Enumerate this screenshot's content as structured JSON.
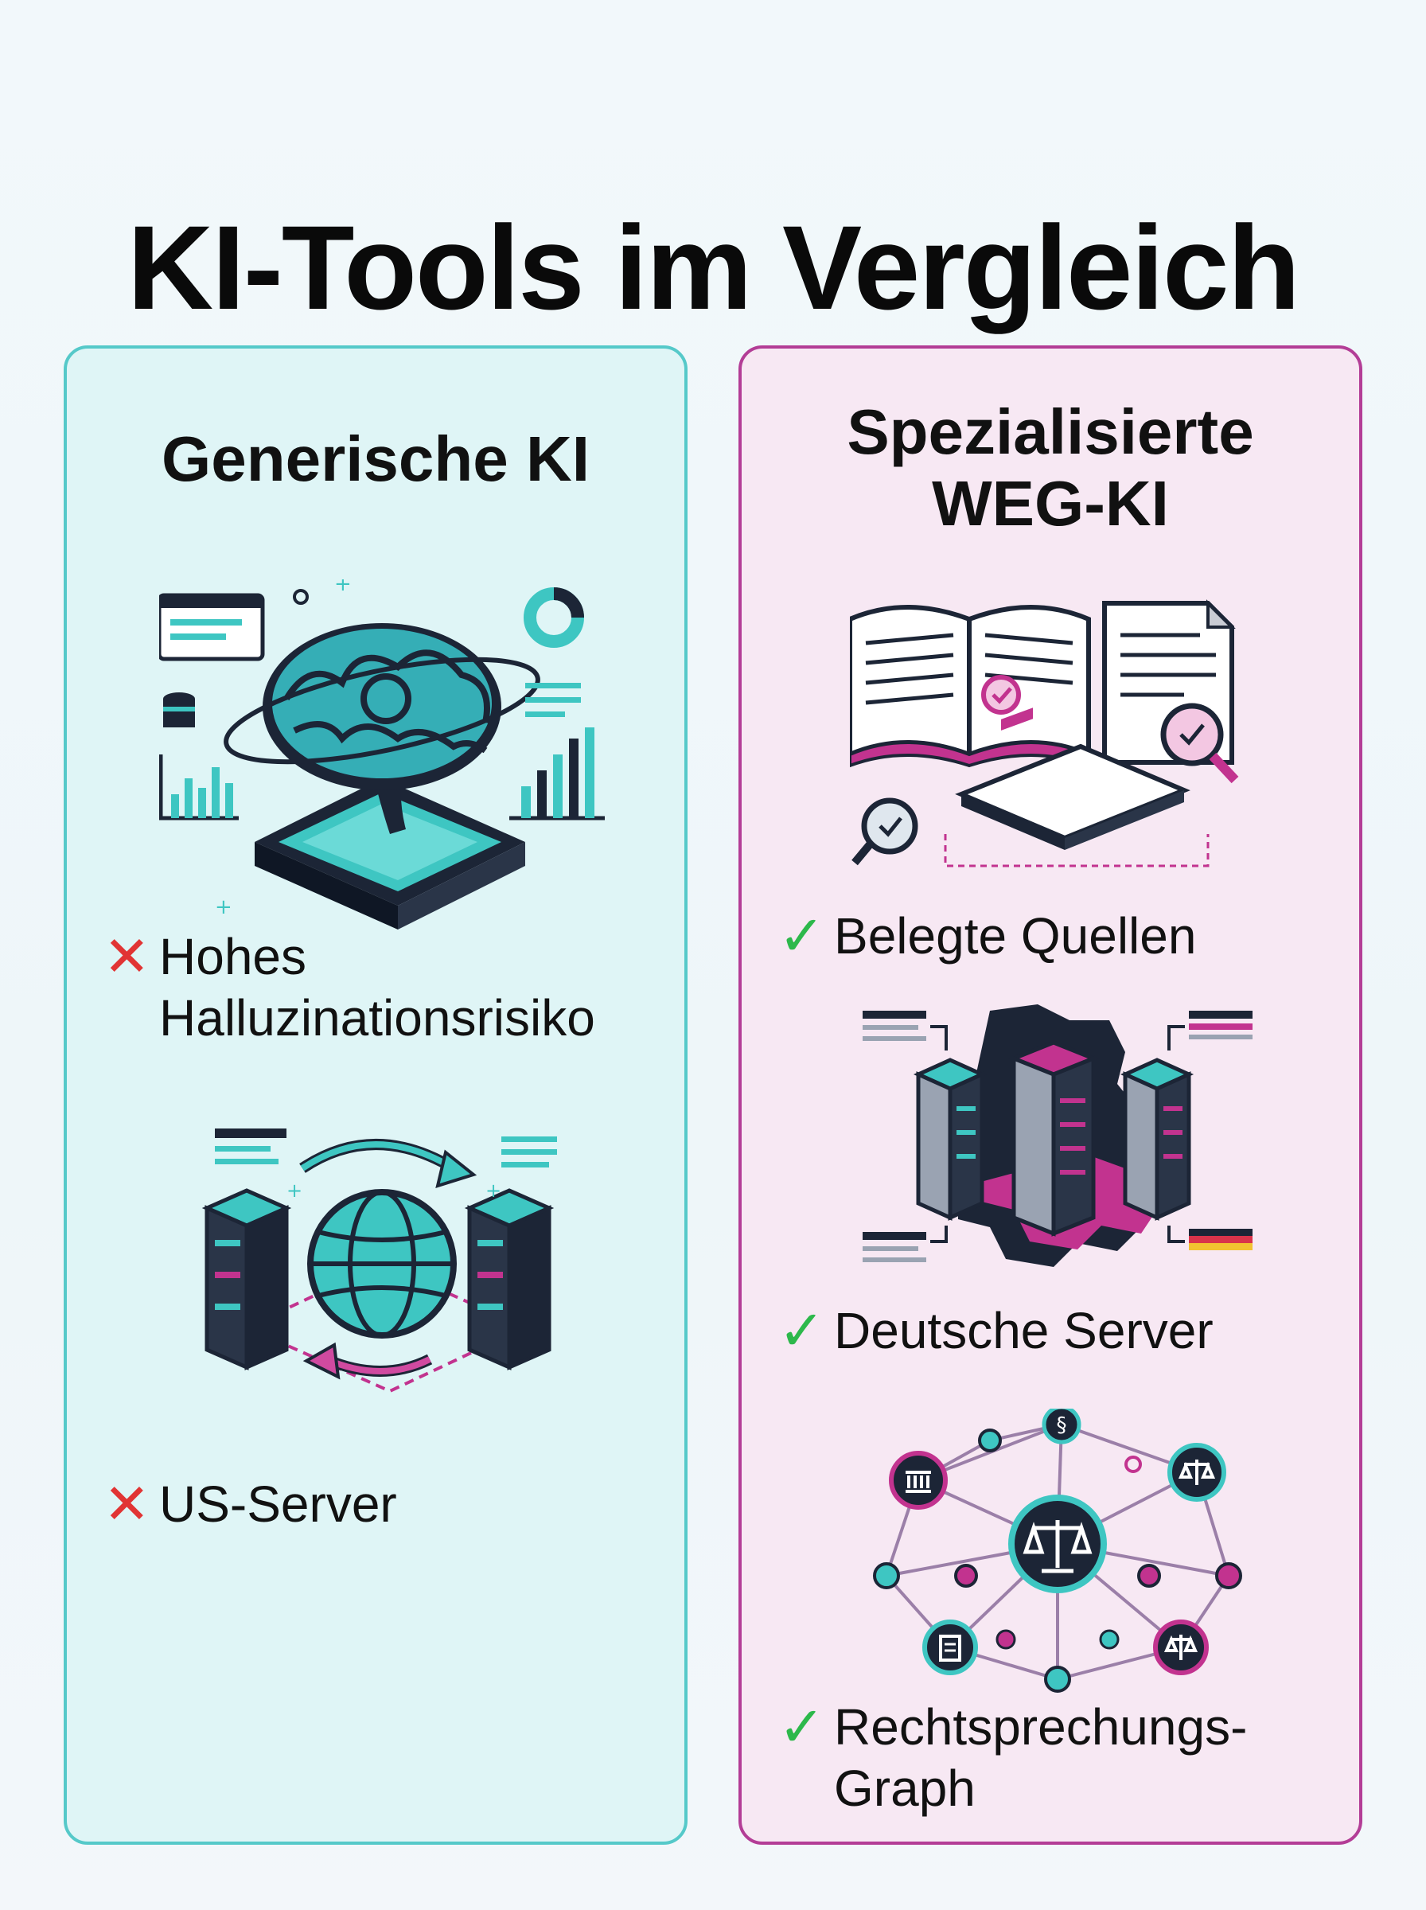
{
  "title": "KI-Tools im Vergleich",
  "colors": {
    "teal": "#3ec6c2",
    "teal_border": "#55c9c9",
    "magenta": "#c2338f",
    "magenta_border": "#b33d96",
    "navy": "#1c2536",
    "cross": "#e13434",
    "check": "#2db84b"
  },
  "left": {
    "title": "Generische KI",
    "features": [
      {
        "icon": "cross-icon",
        "mark": "✕",
        "text": "Hohes\nHalluzinationsrisiko"
      },
      {
        "icon": "cross-icon",
        "mark": "✕",
        "text": "US-Server"
      }
    ],
    "illustrations": [
      "brain-chip-icon",
      "globe-servers-icon"
    ]
  },
  "right": {
    "title": "Spezialisierte\nWEG-KI",
    "features": [
      {
        "icon": "check-icon",
        "mark": "✓",
        "text": "Belegte Quellen"
      },
      {
        "icon": "check-icon",
        "mark": "✓",
        "text": "Deutsche Server"
      },
      {
        "icon": "check-icon",
        "mark": "✓",
        "text": "Rechtsprechungs-\nGraph"
      }
    ],
    "illustrations": [
      "law-books-icon",
      "germany-servers-icon",
      "legal-network-icon"
    ],
    "network_symbol": "§"
  }
}
